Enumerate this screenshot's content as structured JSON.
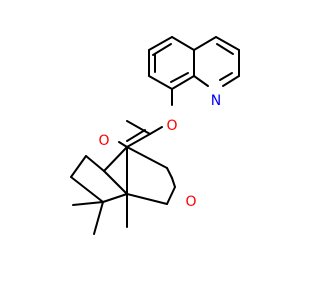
{
  "molecule": {
    "atom_labels": {
      "nitrogen": "N",
      "ester_oxygen": "O",
      "carbonyl_oxygen_ester": "O",
      "ketone_oxygen": "O"
    },
    "colors": {
      "bond": "#000000",
      "nitrogen": "#0000ff",
      "oxygen": "#ff0000",
      "background": "#ffffff"
    }
  }
}
